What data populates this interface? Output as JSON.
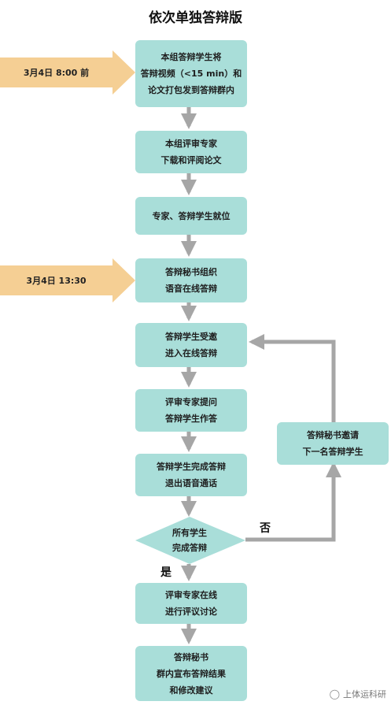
{
  "title": "依次单独答辩版",
  "time_markers": [
    "3月4日 8:00 前",
    "3月4日 13:30"
  ],
  "steps": [
    [
      "本组答辩学生将",
      "答辩视频（<15 min）和",
      "论文打包发到答辩群内"
    ],
    [
      "本组评审专家",
      "下载和评阅论文"
    ],
    [
      "专家、答辩学生就位"
    ],
    [
      "答辩秘书组织",
      "语音在线答辩"
    ],
    [
      "答辩学生受邀",
      "进入在线答辩"
    ],
    [
      "评审专家提问",
      "答辩学生作答"
    ],
    [
      "答辩学生完成答辩",
      "退出语音通话"
    ],
    [
      "评审专家在线",
      "进行评议讨论"
    ],
    [
      "答辩秘书",
      "群内宣布答辩结果",
      "和修改建议"
    ]
  ],
  "decision": [
    "所有学生",
    "完成答辩"
  ],
  "loop_box": [
    "答辩秘书邀请",
    "下一名答辩学生"
  ],
  "branch_labels": {
    "yes": "是",
    "no": "否"
  },
  "watermark": "上体运科研",
  "colors": {
    "box": "#a9ded9",
    "time_marker": "#f9d39b",
    "arrow": "#a6a6a6",
    "time_arrow": "#f5cf94"
  }
}
